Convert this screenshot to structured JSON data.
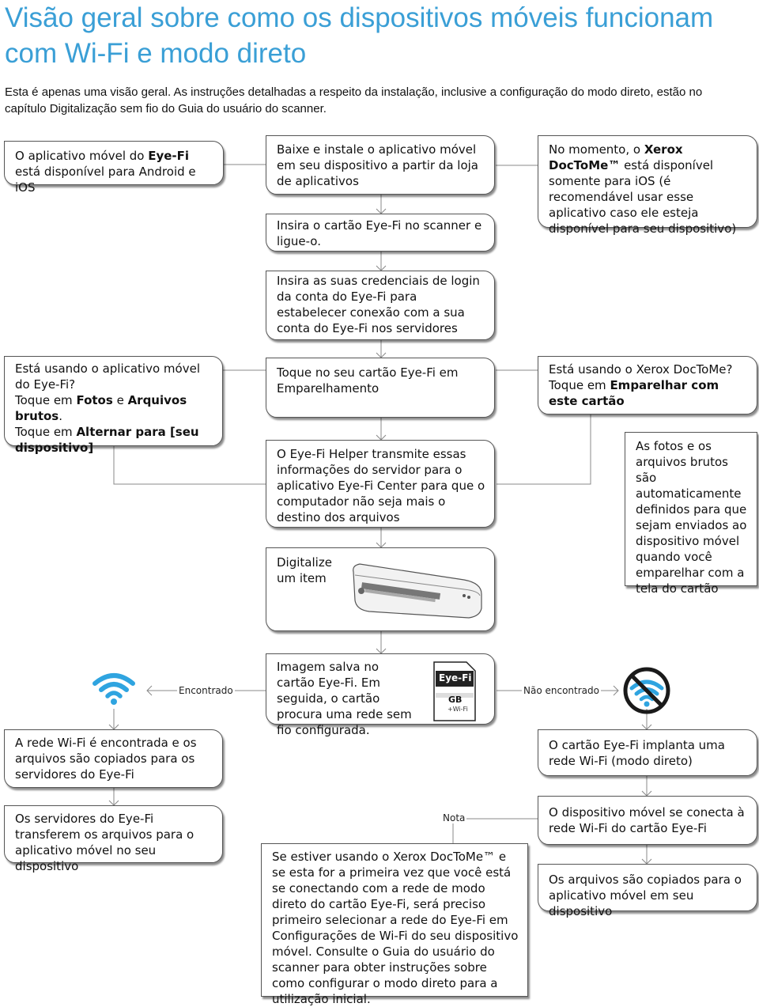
{
  "title": "Visão geral sobre como os dispositivos móveis funcionam com Wi-Fi e modo direto",
  "intro": "Esta é apenas uma visão geral. As instruções detalhadas a respeito da instalação, inclusive a configuração do modo direto, estão no capítulo Digitalização sem fio do Guia do usuário do scanner.",
  "boxes": {
    "app_available": {
      "t1": "O aplicativo móvel do ",
      "b1": "Eye-Fi",
      "t2": " está disponível para Android e iOS"
    },
    "download_app": "Baixe e instale o aplicativo móvel em seu dispositivo a partir da loja de aplicativos",
    "doctome_note": {
      "t1": "No momento, o ",
      "b1": "Xerox DocToMe™",
      "t2": " está disponível somente para iOS (é recomendável usar esse aplicativo caso ele esteja disponível para seu dispositivo)"
    },
    "insert_card": "Insira o cartão Eye-Fi no scanner e ligue-o.",
    "login": "Insira as suas credenciais de login da conta do Eye-Fi para estabelecer conexão com a sua conta do Eye-Fi nos servidores",
    "using_eyefi": {
      "t1": "Está usando o aplicativo móvel do Eye-Fi?",
      "t2": "Toque em ",
      "b1": "Fotos",
      "t3": " e ",
      "b2": "Arquivos brutos",
      "t4": ".",
      "t5": "Toque em ",
      "b3": "Alternar para [seu dispositivo]"
    },
    "tap_pairing": "Toque no seu cartão Eye-Fi em Emparelhamento",
    "using_doctome": {
      "t1": "Está usando o Xerox DocToMe?",
      "t2": "Toque em ",
      "b1": "Emparelhar com este cartão"
    },
    "helper": "O Eye-Fi Helper transmite essas informações do servidor para o aplicativo Eye-Fi Center para que o computador não seja mais o destino dos arquivos",
    "auto_defined": "As fotos e os arquivos brutos são automaticamente definidos para que sejam enviados ao dispositivo móvel quando você emparelhar com a tela do cartão",
    "scan_item": "Digitalize um item",
    "image_saved": "Imagem salva no cartão Eye-Fi. Em seguida, o cartão procura uma rede sem fio configurada.",
    "network_found": "A rede Wi-Fi é encontrada e os arquivos são copiados para os servidores do Eye-Fi",
    "direct_mode": "O cartão Eye-Fi implanta uma rede Wi-Fi (modo direto)",
    "servers_transfer": "Os servidores do Eye-Fi transferem os arquivos para o aplicativo móvel no seu dispositivo",
    "device_connects": "O dispositivo móvel se conecta à rede Wi-Fi do cartão Eye-Fi",
    "files_copied": "Os arquivos são copiados para o aplicativo móvel em seu dispositivo",
    "note": "Se estiver usando o Xerox DocToMe™ e se esta for a primeira vez que você está se conectando com a rede de modo direto do cartão Eye-Fi, será preciso primeiro selecionar a rede do Eye-Fi em Configurações de Wi-Fi do seu dispositivo móvel. Consulte o Guia do usuário do scanner para obter instruções sobre como configurar o modo direto para a utilização inicial."
  },
  "labels": {
    "found": "Encontrado",
    "not_found": "Não encontrado",
    "note": "Nota"
  },
  "sd_card": {
    "brand": "Eye-Fi",
    "capacity": "GB",
    "sub": "+Wi-Fi"
  },
  "icons": {
    "wifi": "wifi-icon",
    "no_wifi": "wifi-unavailable-icon",
    "scanner": "scanner-icon",
    "sd_card": "sd-card-icon"
  },
  "colors": {
    "title": "#3a9fd6",
    "wifi_blue": "#2fa4e0",
    "no_sign": "#1a1a1a"
  }
}
